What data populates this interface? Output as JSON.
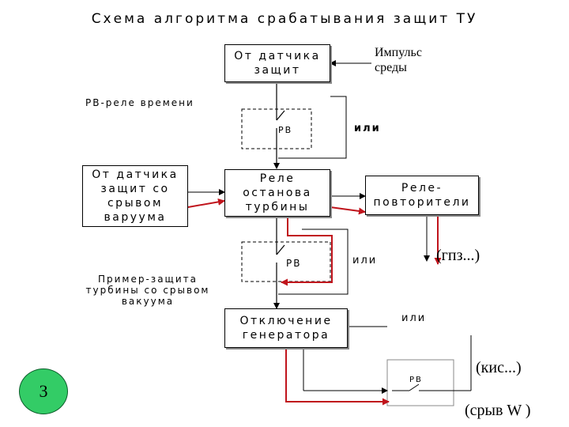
{
  "title": "Схема алгоритма срабатывания защит ТУ",
  "boxes": {
    "sensor": [
      "От датчика",
      "защит"
    ],
    "sensor_vacuum": [
      "От датчика",
      "защит со",
      "срывом",
      "варуума"
    ],
    "stop_relay": [
      "Реле",
      "останова",
      "турбины"
    ],
    "repeater": [
      "Реле-",
      "повторители"
    ],
    "generator": [
      "Отключение",
      "генератора"
    ]
  },
  "labels": {
    "impulse": "Импульс среды",
    "time_relay": "РВ-реле времени",
    "or_1": "или",
    "or_2": "или",
    "or_3": "или",
    "example": "Пример-защита турбины со срывом вакуума",
    "rv_1": "РВ",
    "rv_2": "РВ",
    "rv_3": "РВ",
    "gpz": "(гпз...)",
    "kis": "(кис...)",
    "sryv": "(срыв W )"
  },
  "badge": "3",
  "colors": {
    "accent_line": "#c0141c",
    "badge": "#33cc66",
    "dash": "#000000"
  }
}
